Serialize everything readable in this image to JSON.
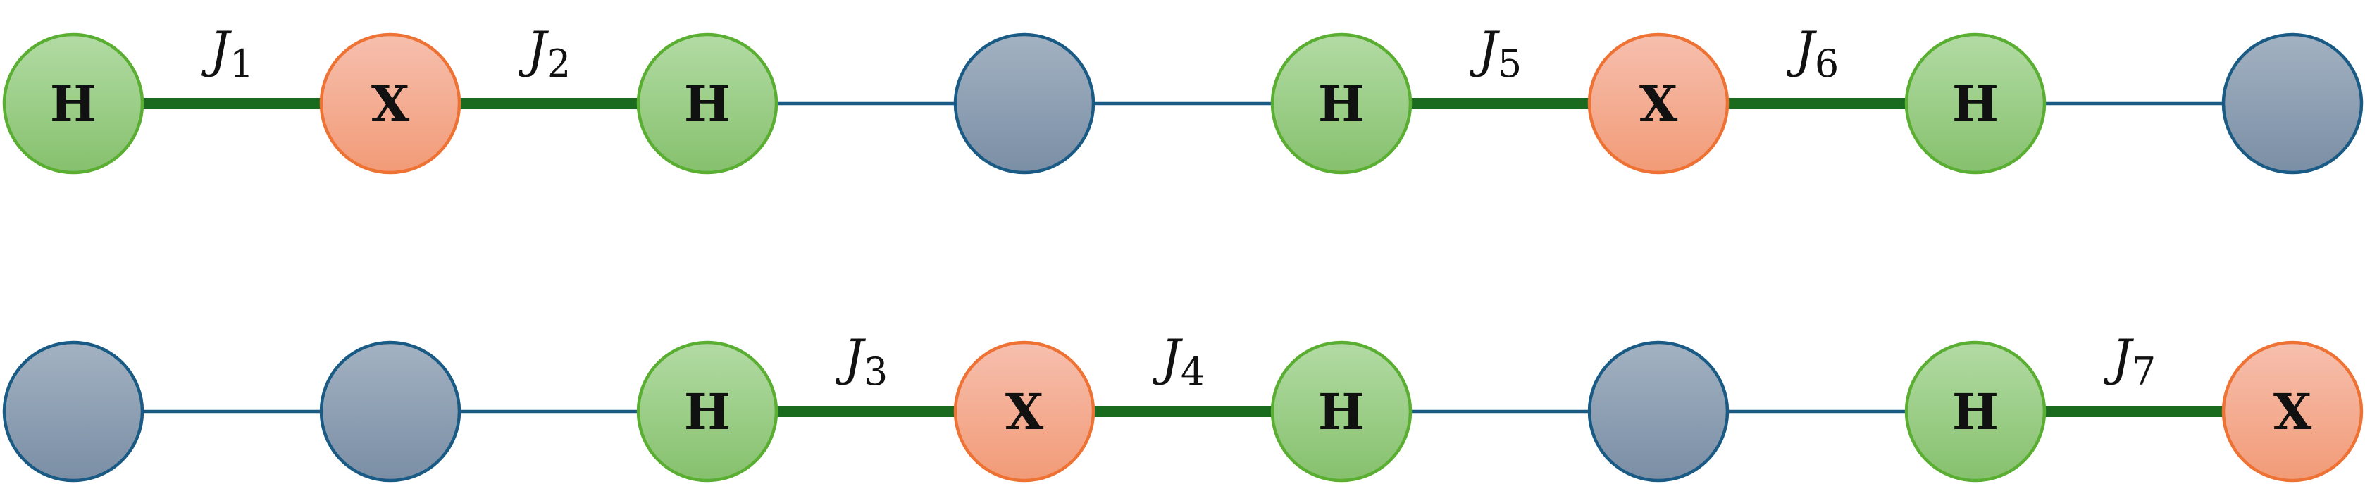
{
  "colors": {
    "h_fill_top": "#b2dba4",
    "h_fill_bottom": "#86c16d",
    "h_stroke": "#5aae32",
    "x_fill_top": "#f6bfae",
    "x_fill_bottom": "#f29b77",
    "x_stroke": "#ed7234",
    "empty_fill_top": "#a3b2c2",
    "empty_fill_bottom": "#7a8ea5",
    "empty_stroke": "#1a5b85",
    "thick_bond": "#1b6b1e",
    "thin_bond": "#1a5b85"
  },
  "chains": [
    {
      "name": "top-chain",
      "nodes": [
        {
          "type": "H",
          "label": "H"
        },
        {
          "type": "X",
          "label": "X"
        },
        {
          "type": "H",
          "label": "H"
        },
        {
          "type": "empty",
          "label": ""
        },
        {
          "type": "H",
          "label": "H"
        },
        {
          "type": "X",
          "label": "X"
        },
        {
          "type": "H",
          "label": "H"
        },
        {
          "type": "empty",
          "label": ""
        }
      ],
      "bonds": [
        {
          "from": 0,
          "to": 1,
          "strong": true,
          "label": "J",
          "sub": "1"
        },
        {
          "from": 1,
          "to": 2,
          "strong": true,
          "label": "J",
          "sub": "2"
        },
        {
          "from": 2,
          "to": 3,
          "strong": false
        },
        {
          "from": 3,
          "to": 4,
          "strong": false
        },
        {
          "from": 4,
          "to": 5,
          "strong": true,
          "label": "J",
          "sub": "5"
        },
        {
          "from": 5,
          "to": 6,
          "strong": true,
          "label": "J",
          "sub": "6"
        },
        {
          "from": 6,
          "to": 7,
          "strong": false
        }
      ]
    },
    {
      "name": "bottom-chain",
      "nodes": [
        {
          "type": "empty",
          "label": ""
        },
        {
          "type": "empty",
          "label": ""
        },
        {
          "type": "H",
          "label": "H"
        },
        {
          "type": "X",
          "label": "X"
        },
        {
          "type": "H",
          "label": "H"
        },
        {
          "type": "empty",
          "label": ""
        },
        {
          "type": "H",
          "label": "H"
        },
        {
          "type": "X",
          "label": "X"
        }
      ],
      "bonds": [
        {
          "from": 0,
          "to": 1,
          "strong": false
        },
        {
          "from": 1,
          "to": 2,
          "strong": false
        },
        {
          "from": 2,
          "to": 3,
          "strong": true,
          "label": "J",
          "sub": "3"
        },
        {
          "from": 3,
          "to": 4,
          "strong": true,
          "label": "J",
          "sub": "4"
        },
        {
          "from": 4,
          "to": 5,
          "strong": false
        },
        {
          "from": 5,
          "to": 6,
          "strong": false
        },
        {
          "from": 6,
          "to": 7,
          "strong": true,
          "label": "J",
          "sub": "7"
        }
      ]
    }
  ]
}
